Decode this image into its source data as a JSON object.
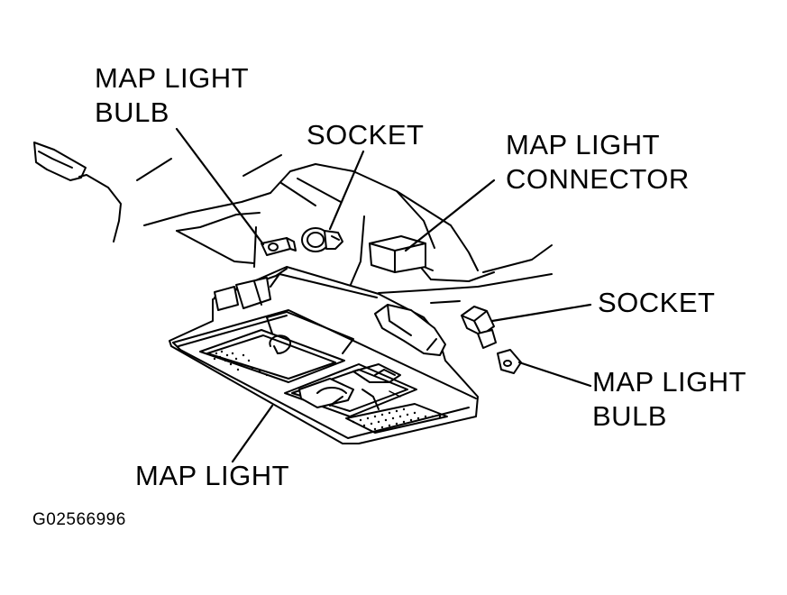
{
  "labels": {
    "map_light_bulb_upper": [
      "MAP LIGHT",
      "BULB"
    ],
    "socket_upper": "SOCKET",
    "map_light_connector": [
      "MAP LIGHT",
      "CONNECTOR"
    ],
    "socket_right": "SOCKET",
    "map_light_bulb_right": [
      "MAP LIGHT",
      "BULB"
    ],
    "map_light": "MAP LIGHT"
  },
  "figure_code": "G02566996",
  "colors": {
    "ink": "#000000",
    "background": "#ffffff"
  }
}
